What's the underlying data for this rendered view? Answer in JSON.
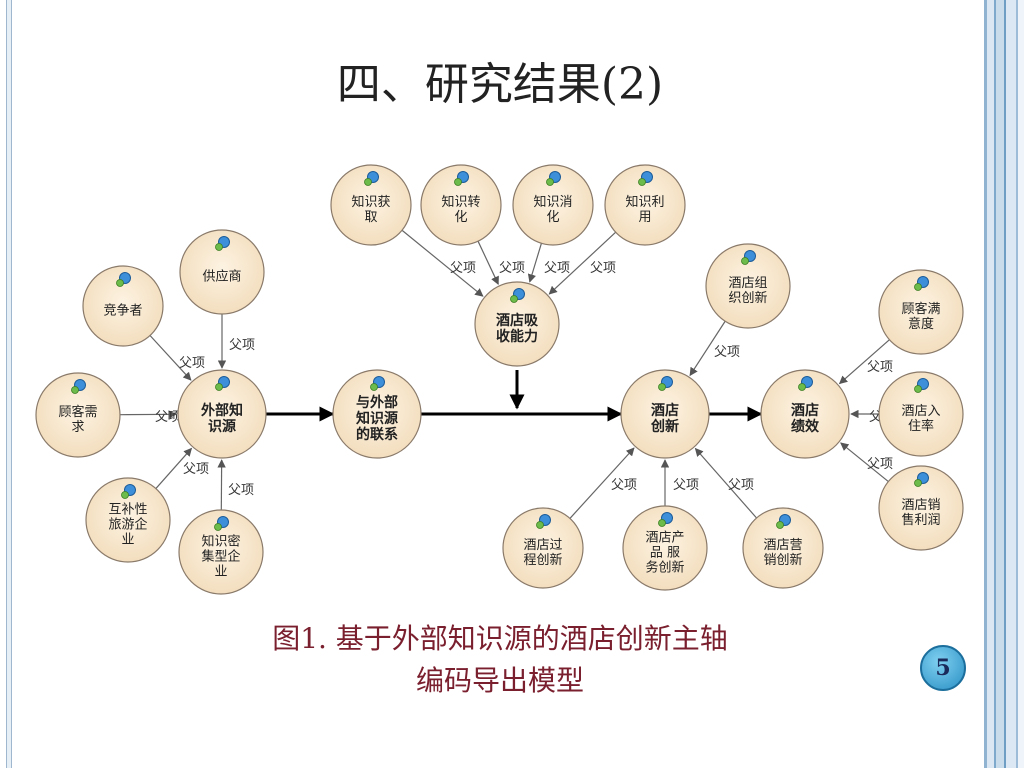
{
  "slide": {
    "title": "四、研究结果(2)",
    "caption_line1": "图1. 基于外部知识源的酒店创新主轴",
    "caption_line2": "编码导出模型",
    "page_number": "5"
  },
  "diagram": {
    "nodes": {
      "jingzhengzhe": [
        "竞争者"
      ],
      "gongyingshang": [
        "供应商"
      ],
      "guke_xuqiu": [
        "顾客需",
        "求"
      ],
      "hubu_lvyou": [
        "互补性",
        "旅游企",
        "业"
      ],
      "zhishi_miji": [
        "知识密",
        "集型企",
        "业"
      ],
      "waibu_zhishiyuan": [
        "外部知",
        "识源"
      ],
      "lianxi": [
        "与外部",
        "知识源",
        "的联系"
      ],
      "zhishi_huoqu": [
        "知识获",
        "取"
      ],
      "zhishi_zhuanhua": [
        "知识转",
        "化"
      ],
      "zhishi_xiaohua": [
        "知识消",
        "化"
      ],
      "zhishi_liyong": [
        "知识利",
        "用"
      ],
      "xishou_nengli": [
        "酒店吸",
        "收能力"
      ],
      "zuzhi_chuangxin": [
        "酒店组",
        "织创新"
      ],
      "jiudian_chuangxin": [
        "酒店",
        "创新"
      ],
      "guocheng_chuangxin": [
        "酒店过",
        "程创新"
      ],
      "chanpin_fuwu": [
        "酒店产",
        "品 服",
        "务创新"
      ],
      "yingxiao_chuangxin": [
        "酒店营",
        "销创新"
      ],
      "jiudian_jixiao": [
        "酒店",
        "绩效"
      ],
      "guke_manyi": [
        "顾客满",
        "意度"
      ],
      "ruzhulv": [
        "酒店入",
        "住率"
      ],
      "xiaoshou_lirun": [
        "酒店销",
        "售利润"
      ]
    },
    "edge_label": "父项"
  }
}
